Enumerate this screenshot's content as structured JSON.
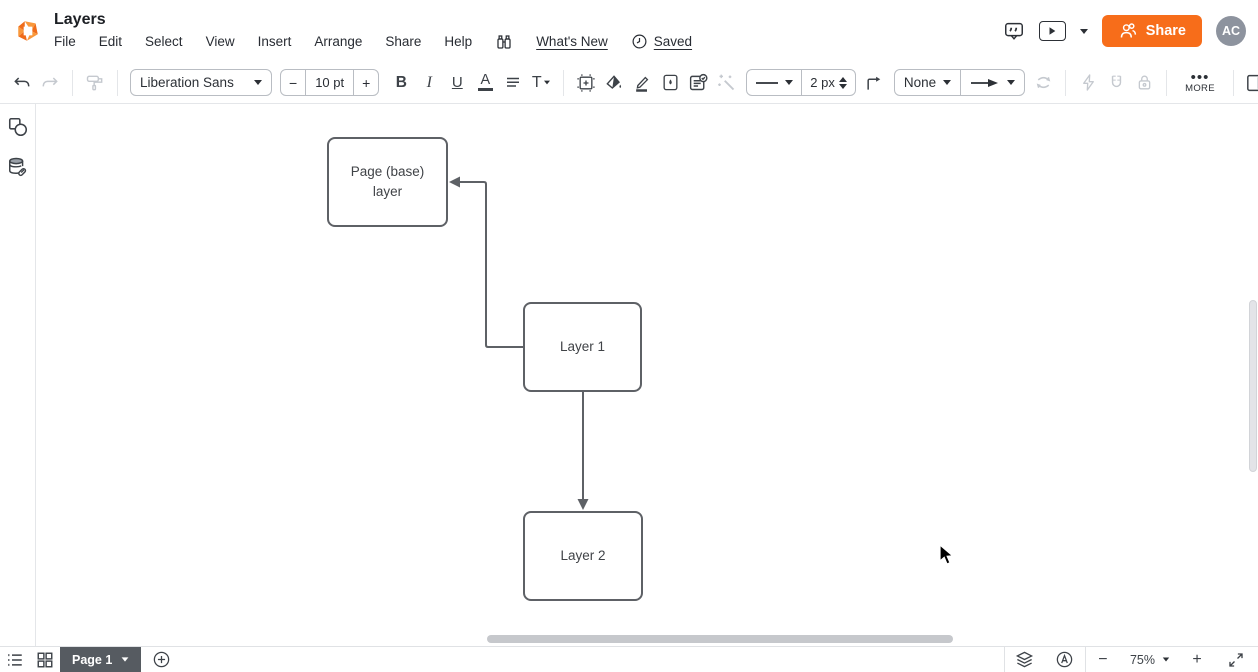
{
  "app": {
    "title": "Layers"
  },
  "menus": [
    "File",
    "Edit",
    "Select",
    "View",
    "Insert",
    "Arrange",
    "Share",
    "Help"
  ],
  "header": {
    "whats_new": "What's New",
    "saved": "Saved",
    "share": "Share",
    "avatar": "AC"
  },
  "toolbar": {
    "font_family": "Liberation Sans",
    "size_minus": "−",
    "font_size": "10 pt",
    "size_plus": "+",
    "bold": "B",
    "italic": "I",
    "underline": "U",
    "text_color": "A",
    "text_style": "T",
    "line_width": "2 px",
    "connector_route": "None",
    "more_dots": "•••",
    "more": "MORE"
  },
  "canvas": {
    "shapes": [
      {
        "label": "Page (base) layer"
      },
      {
        "label": "Layer 1"
      },
      {
        "label": "Layer 2"
      }
    ]
  },
  "statusbar": {
    "page": "Page 1",
    "zoom": "75%",
    "zoom_out": "−",
    "zoom_in": "+"
  },
  "colors": {
    "accent": "#f76d1a",
    "shape_border": "#5e6166",
    "avatar_bg": "#8d939e",
    "page_tab_bg": "#565b61"
  }
}
